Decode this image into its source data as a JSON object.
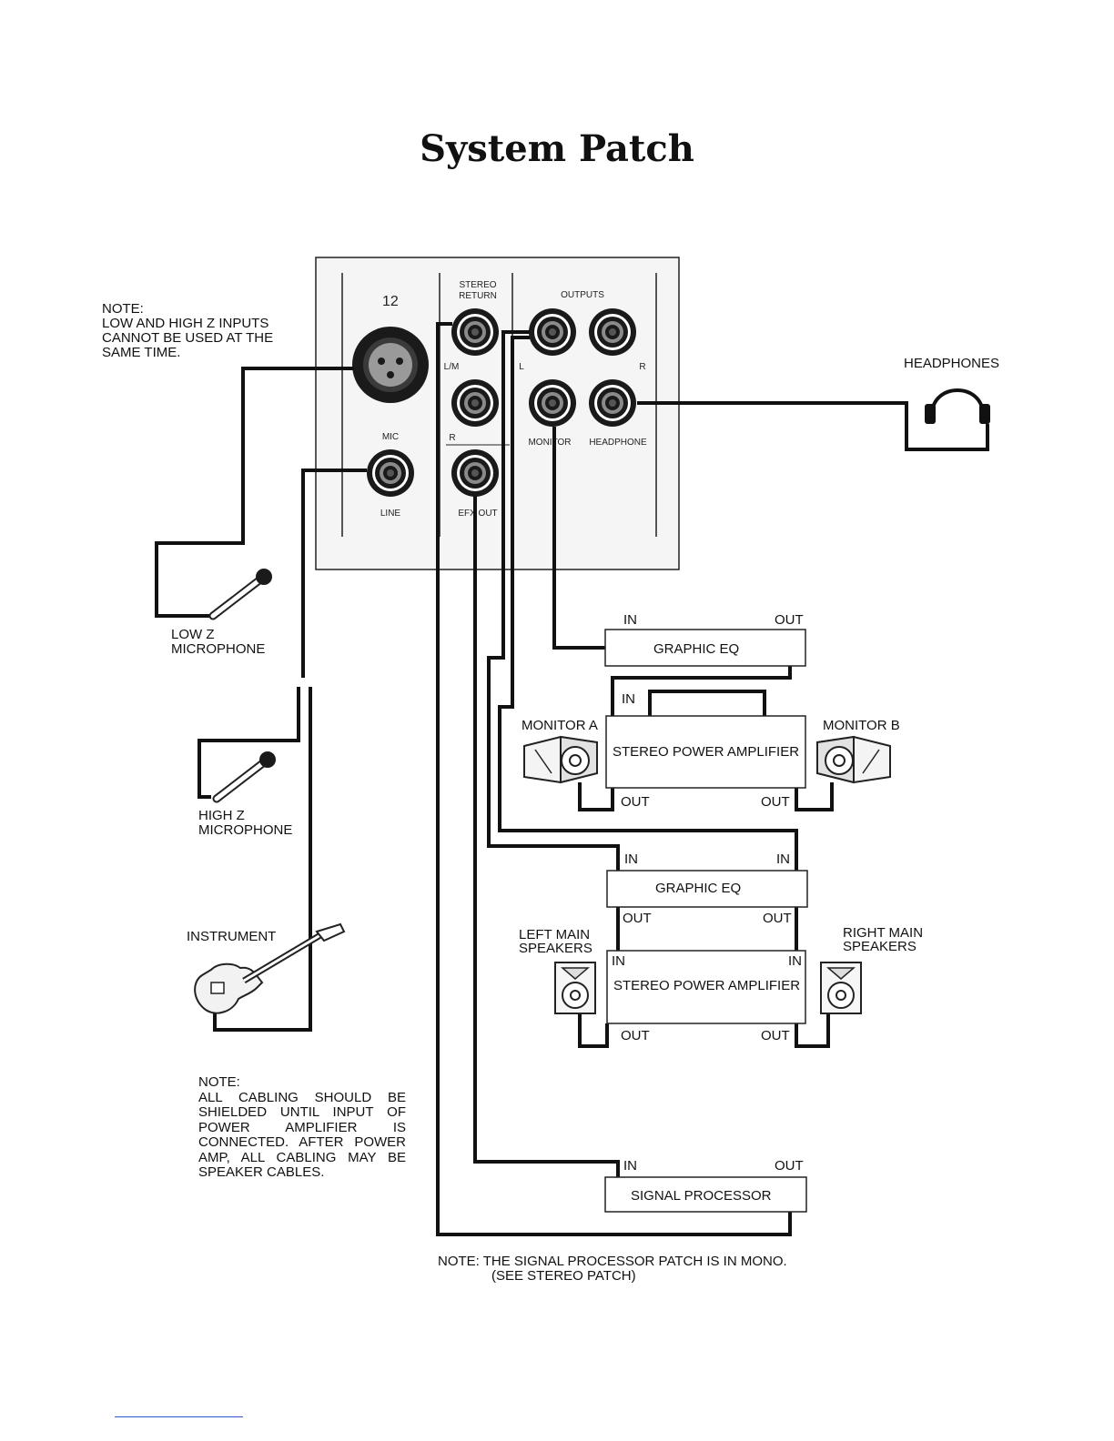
{
  "title": "System Patch",
  "panel": {
    "channel_number": "12",
    "mic": "MIC",
    "line": "LINE",
    "stereo_return_line1": "STEREO",
    "stereo_return_line2": "RETURN",
    "lm": "L/M",
    "r_return": "R",
    "efx_out": "EFX OUT",
    "outputs": "OUTPUTS",
    "out_l": "L",
    "out_r": "R",
    "monitor": "MONITOR",
    "headphone": "HEADPHONE"
  },
  "notes": {
    "z_inputs_heading": "NOTE:",
    "z_inputs_line1": "LOW AND HIGH Z INPUTS",
    "z_inputs_line2": "CANNOT BE USED AT THE",
    "z_inputs_line3": "SAME TIME.",
    "cabling_heading": "NOTE:",
    "cabling_body": "ALL CABLING SHOULD BE SHIELDED UNTIL INPUT OF POWER AMPLIFIER IS CONNECTED. AFTER POWER AMP, ALL CABLING MAY BE SPEAKER CABLES.",
    "mono_line1": "NOTE:  THE SIGNAL PROCESSOR PATCH IS IN MONO.",
    "mono_line2": "(SEE STEREO PATCH)"
  },
  "devices": {
    "headphones": "HEADPHONES",
    "low_z_mic_line1": "LOW Z",
    "low_z_mic_line2": "MICROPHONE",
    "high_z_mic_line1": "HIGH Z",
    "high_z_mic_line2": "MICROPHONE",
    "instrument": "INSTRUMENT",
    "graphic_eq_monitor": "GRAPHIC EQ",
    "stereo_amp_monitor": "STEREO POWER AMPLIFIER",
    "monitor_a": "MONITOR A",
    "monitor_b": "MONITOR B",
    "graphic_eq_main": "GRAPHIC EQ",
    "stereo_amp_main": "STEREO POWER AMPLIFIER",
    "left_main_line1": "LEFT MAIN",
    "left_main_line2": "SPEAKERS",
    "right_main_line1": "RIGHT MAIN",
    "right_main_line2": "SPEAKERS",
    "signal_processor": "SIGNAL PROCESSOR"
  },
  "ports": {
    "in": "IN",
    "out": "OUT"
  }
}
